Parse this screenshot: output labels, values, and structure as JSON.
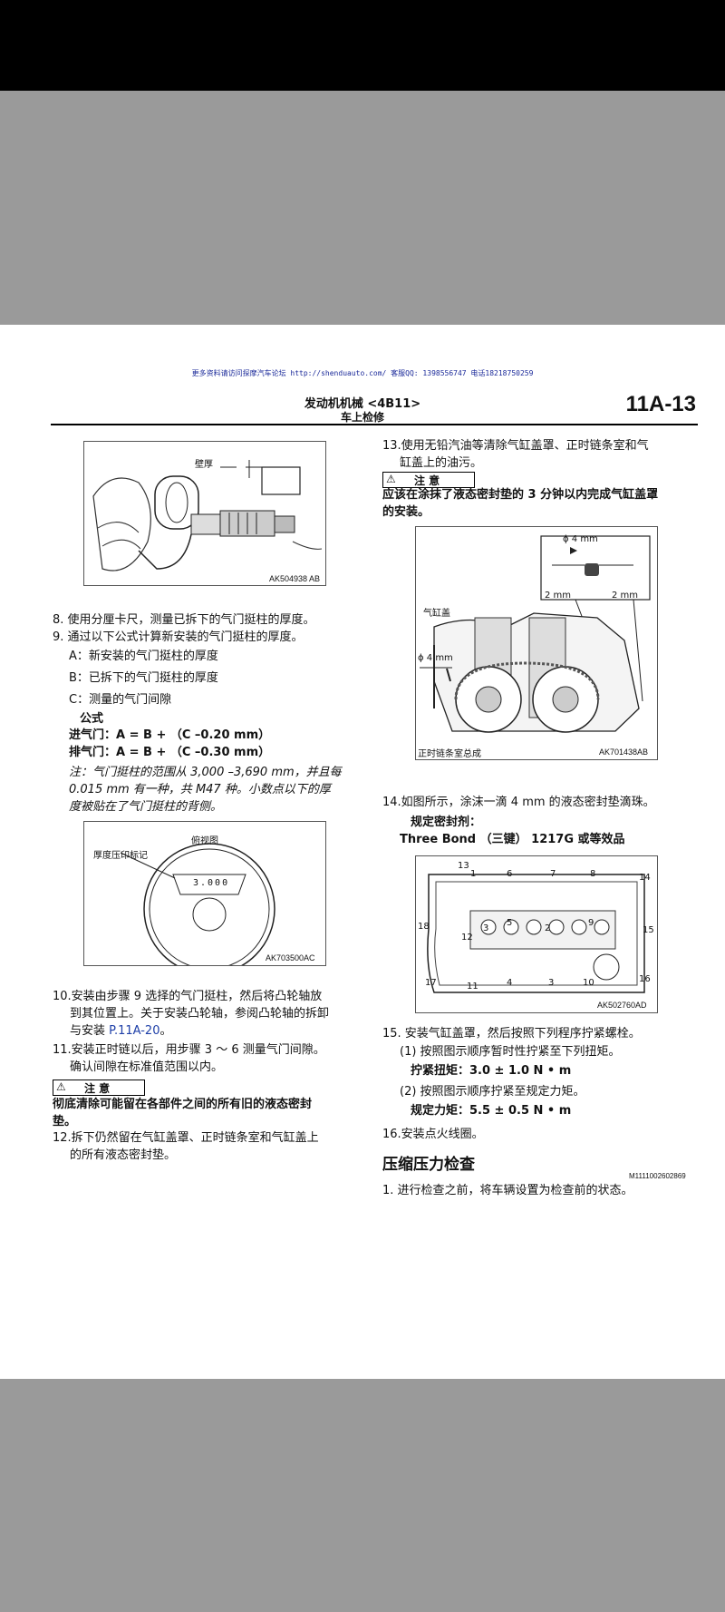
{
  "ad_line": "更多资料请访问探摩汽车论坛 http://shenduauto.com/ 客服QQ: 1398556747 电话18218750259",
  "header": {
    "title": "发动机机械 <4B11>",
    "subtitle": "车上检修",
    "page_number": "11A-13"
  },
  "fig1": {
    "label": "壁厚",
    "id": "AK504938 AB"
  },
  "left": {
    "step8": "8.  使用分厘卡尺，测量已拆下的气门挺柱的厚度。",
    "step9": "9.  通过以下公式计算新安装的气门挺柱的厚度。",
    "defA": "A：新安装的气门挺柱的厚度",
    "defB": "B：已拆下的气门挺柱的厚度",
    "defC": "C：测量的气门间隙",
    "formula_title": "公式",
    "intake": "进气门：A = B + （C –0.20 mm）",
    "exhaust": "排气门：A = B + （C –0.30 mm）",
    "note1": "注：气门挺柱的范围从 3,000 –3,690 mm，并且每",
    "note2": "0.015 mm 有一种，共 M47 种。小数点以下的厚",
    "note3": "度被贴在了气门挺柱的背侧。",
    "fig2_title": "俯视图",
    "fig2_label": "厚度压印标记",
    "fig2_stamp": "3.000",
    "fig2_id": "AK703500AC",
    "step10a": "10.安装由步骤 9 选择的气门挺柱，然后将凸轮轴放",
    "step10b": "到其位置上。关于安装凸轮轴，参阅凸轮轴的拆卸",
    "step10c_pre": "与安装 ",
    "step10c_link": "P.11A-20",
    "step10c_post": "。",
    "step11a": "11.安装正时链以后，用步骤 3 ～ 6 测量气门间隙。",
    "step11b": "确认间隙在标准值范围以内。",
    "caution": "注 意",
    "warn1": "彻底清除可能留在各部件之间的所有旧的液态密封",
    "warn2": "垫。",
    "step12a": "12.拆下仍然留在气缸盖罩、正时链条室和气缸盖上",
    "step12b": "的所有液态密封垫。"
  },
  "right": {
    "step13a": "13.使用无铅汽油等清除气缸盖罩、正时链条室和气",
    "step13b": "缸盖上的油污。",
    "caution": "注 意",
    "warn1": "应该在涂抹了液态密封垫的 3 分钟以内完成气缸盖罩",
    "warn2": "的安装。",
    "fig3": {
      "phi_top": "ϕ 4 mm",
      "mm_left": "2 mm",
      "mm_right": "2 mm",
      "head": "气缸盖",
      "phi_left": "ϕ 4 mm",
      "chain_case": "正时链条室总成",
      "id": "AK701438AB"
    },
    "step14": "14.如图所示，涂沫一滴 4 mm 的液态密封垫滴珠。",
    "sealant_title": "规定密封剂：",
    "sealant": "Three Bond （三键） 1217G 或等效品",
    "fig4": {
      "labels": [
        "13",
        "1",
        "6",
        "7",
        "8",
        "14",
        "18",
        "15",
        "12",
        "3",
        "5",
        "2",
        "9",
        "17",
        "11",
        "4",
        "3",
        "10",
        "16"
      ],
      "id": "AK502760AD"
    },
    "step15": "15. 安装气缸盖罩，然后按照下列程序拧紧螺栓。",
    "sub1": "(1) 按照图示顺序暂时性拧紧至下列扭矩。",
    "torque1": "拧紧扭矩：3.0 ± 1.0 N • m",
    "sub2": "(2) 按照图示顺序拧紧至规定力矩。",
    "torque2": "规定力矩：5.5 ± 0.5 N • m",
    "step16": "16.安装点火线圈。",
    "section": "压缩压力检查",
    "section_id": "M1111002602869",
    "step1": "1.  进行检查之前，将车辆设置为检查前的状态。"
  }
}
